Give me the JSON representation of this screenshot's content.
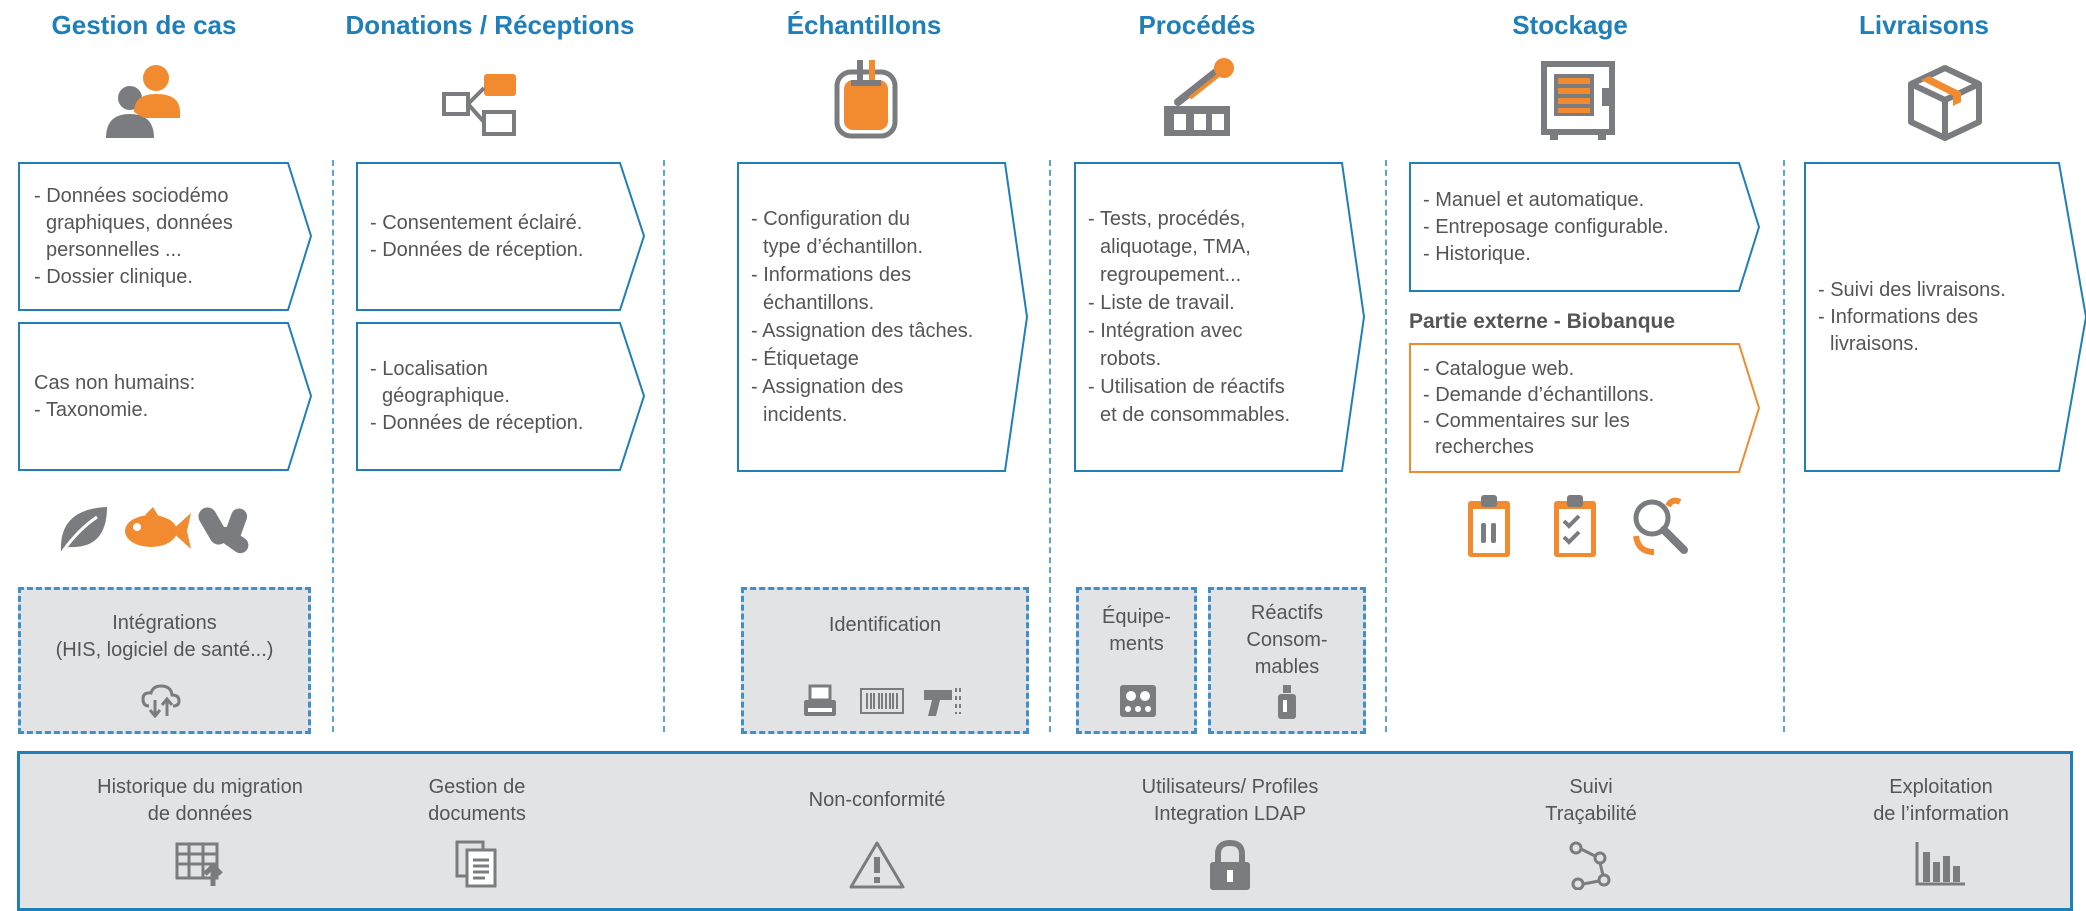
{
  "columns": [
    {
      "title": "Gestion de cas",
      "box1": [
        "- Données sociodémo",
        "  graphiques, données",
        "  personnelles ...",
        "- Dossier clinique."
      ],
      "box2": [
        "Cas non humains:",
        "- Taxonomie."
      ],
      "integration": {
        "line1": "Intégrations",
        "line2": "(HIS, logiciel de santé...)"
      }
    },
    {
      "title": "Donations / Réceptions",
      "box1": [
        "- Consentement éclairé.",
        "- Données de réception."
      ],
      "box2": [
        "- Localisation",
        "  géographique.",
        "- Données de réception."
      ]
    },
    {
      "title": "Échantillons",
      "box1": [
        "- Configuration du",
        "  type d’échantillon.",
        "- Informations des",
        "  échantillons.",
        "- Assignation des tâches.",
        "- Étiquetage",
        "- Assignation des",
        "  incidents."
      ],
      "identification": "Identification"
    },
    {
      "title": "Procédés",
      "box1": [
        "- Tests, procédés,",
        "  aliquotage, TMA,",
        "  regroupement...",
        "- Liste de travail.",
        "- Intégration avec",
        "  robots.",
        "- Utilisation de réactifs",
        "  et de consommables."
      ],
      "equipements": [
        "Équipe-",
        "ments"
      ],
      "reactifs": [
        "Réactifs",
        "Consom-",
        "mables"
      ]
    },
    {
      "title": "Stockage",
      "box1": [
        "- Manuel et automatique.",
        "- Entreposage configurable.",
        "- Historique."
      ],
      "external_title": "Partie externe - Biobanque",
      "box2": [
        "- Catalogue web.",
        "- Demande d’échantillons.",
        "- Commentaires sur les",
        "  recherches"
      ]
    },
    {
      "title": "Livraisons",
      "box1": [
        "- Suivi des livraisons.",
        "- Informations des",
        "  livraisons."
      ]
    }
  ],
  "bottom": [
    {
      "line1": "Historique du migration",
      "line2": "de données",
      "icon": "table-upload-icon"
    },
    {
      "line1": "Gestion de",
      "line2": "documents",
      "icon": "documents-icon"
    },
    {
      "line1": "Non-conformité",
      "line2": "",
      "icon": "warning-icon"
    },
    {
      "line1": "Utilisateurs/ Profiles",
      "line2": "Integration LDAP",
      "icon": "lock-icon"
    },
    {
      "line1": "Suivi",
      "line2": "Traçabilité",
      "icon": "trace-path-icon"
    },
    {
      "line1": "Exploitation",
      "line2": "de l’information",
      "icon": "bar-chart-icon"
    }
  ],
  "colors": {
    "blue": "#1f7fb8",
    "orange": "#f28a30",
    "gray": "#7a7c80",
    "panel": "#e2e3e5"
  }
}
